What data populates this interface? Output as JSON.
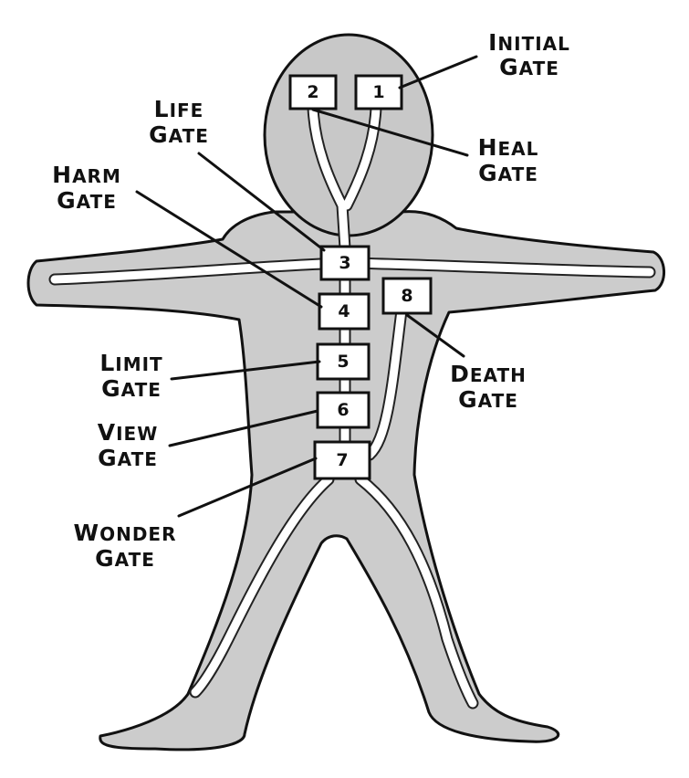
{
  "gates": [
    {
      "id": "initial",
      "number": "1",
      "cap": "I",
      "rest1": "NITIAL",
      "line2cap": "G",
      "line2rest": "ATE"
    },
    {
      "id": "heal",
      "number": "2",
      "cap": "H",
      "rest1": "EAL",
      "line2cap": "G",
      "line2rest": "ATE"
    },
    {
      "id": "life",
      "number": "3",
      "cap": "L",
      "rest1": "IFE",
      "line2cap": "G",
      "line2rest": "ATE"
    },
    {
      "id": "harm",
      "number": "4",
      "cap": "H",
      "rest1": "ARM",
      "line2cap": "G",
      "line2rest": "ATE"
    },
    {
      "id": "limit",
      "number": "5",
      "cap": "L",
      "rest1": "IMIT",
      "line2cap": "G",
      "line2rest": "ATE"
    },
    {
      "id": "view",
      "number": "6",
      "cap": "V",
      "rest1": "IEW",
      "line2cap": "G",
      "line2rest": "ATE"
    },
    {
      "id": "wonder",
      "number": "7",
      "cap": "W",
      "rest1": "ONDER",
      "line2cap": "G",
      "line2rest": "ATE"
    },
    {
      "id": "death",
      "number": "8",
      "cap": "D",
      "rest1": "EATH",
      "line2cap": "G",
      "line2rest": "ATE"
    }
  ]
}
